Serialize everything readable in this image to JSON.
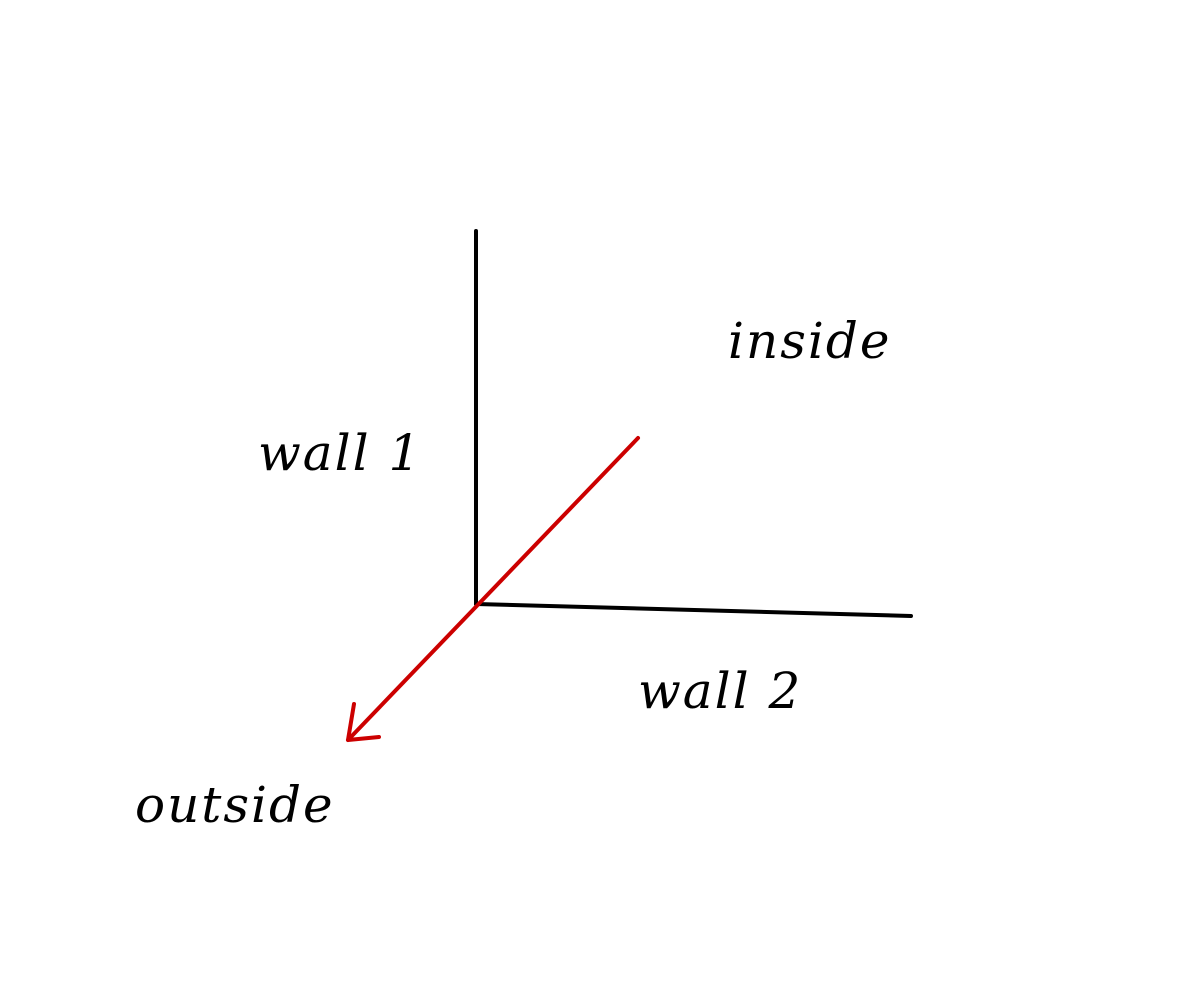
{
  "labels": {
    "wall1": "wall 1",
    "wall2": "wall 2",
    "inside": "inside",
    "outside": "outside"
  },
  "colors": {
    "wall": "#000000",
    "arrow": "#cc0000",
    "background": "#ffffff"
  }
}
